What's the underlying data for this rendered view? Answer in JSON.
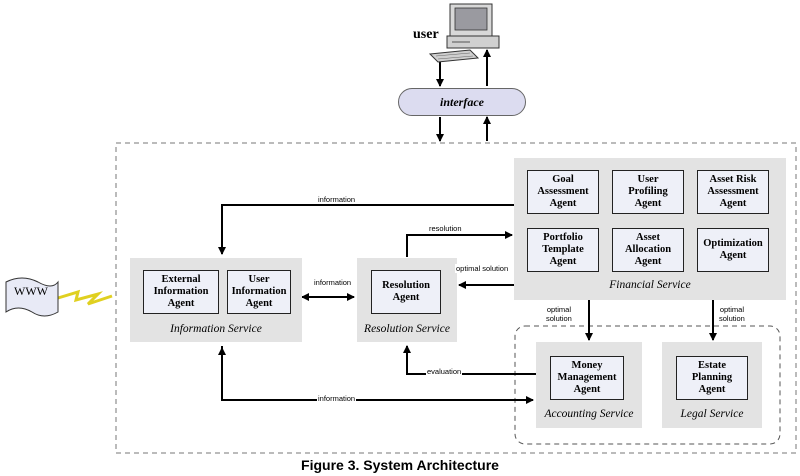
{
  "user": {
    "label": "user"
  },
  "interface": {
    "label": "interface"
  },
  "www": {
    "label": "WWW"
  },
  "services": {
    "information": {
      "label": "Information Service",
      "agents": [
        "External\nInformation\nAgent",
        "User\nInformation\nAgent"
      ]
    },
    "resolution": {
      "label": "Resolution Service",
      "agents": [
        "Resolution\nAgent"
      ]
    },
    "financial": {
      "label": "Financial Service",
      "agents": [
        "Goal\nAssessment\nAgent",
        "User\nProfiling\nAgent",
        "Asset Risk\nAssessment\nAgent",
        "Portfolio\nTemplate\nAgent",
        "Asset\nAllocation\nAgent",
        "Optimization\nAgent"
      ]
    },
    "accounting": {
      "label": "Accounting  Service",
      "agents": [
        "Money\nManagement\nAgent"
      ]
    },
    "legal": {
      "label": "Legal  Service",
      "agents": [
        "Estate\nPlanning\nAgent"
      ]
    }
  },
  "edges": {
    "information_top": "information",
    "information_mid": "information",
    "information_bottom": "information",
    "resolution": "resolution",
    "optimal_solution_res": "optimal solution",
    "optimal_solution_acc": "optimal\nsolution",
    "optimal_solution_legal": "optimal\nsolution",
    "evaluation": "evaluation"
  },
  "caption": "Figure 3. System Architecture"
}
